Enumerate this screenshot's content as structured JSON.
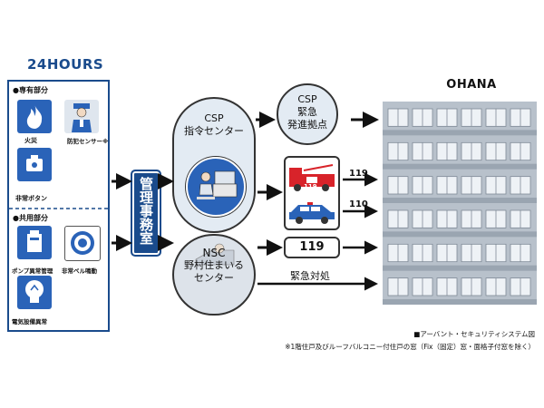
{
  "left_panel": {
    "title": "24HOURS",
    "private_section": "●専有部分",
    "common_section": "●共用部分",
    "private_items": [
      {
        "label": "火災",
        "icon": "fire-icon"
      },
      {
        "label": "防犯センサー※",
        "icon": "guard-icon"
      },
      {
        "label": "非常ボタン",
        "icon": "alarm-button-icon"
      }
    ],
    "common_items": [
      {
        "label": "ポンプ異常管理",
        "icon": "pump-icon"
      },
      {
        "label": "非常ベル鳴動",
        "icon": "bell-icon"
      },
      {
        "label": "電気設備異常",
        "icon": "lightbulb-icon"
      }
    ]
  },
  "office": {
    "label": "管理事務室"
  },
  "csp": {
    "line1": "CSP",
    "line2": "指令センター"
  },
  "nsc": {
    "line1": "NSC",
    "line2": "野村住まいる",
    "line3": "センター"
  },
  "emergency_base": {
    "line1": "CSP",
    "line2": "緊急",
    "line3": "発進拠点"
  },
  "calls": {
    "fire": "119",
    "police": "110",
    "nsc_call": "119"
  },
  "emergency_response": "緊急対処",
  "building": {
    "title": "OHANA",
    "floors": 6
  },
  "legend": {
    "line1": "■アーバント・セキュリティシステム図",
    "line2": "※1階住戸及びルーフバルコニー付住戸の窓（Fix（固定）窓・面格子付窓を除く）"
  },
  "colors": {
    "brand_blue": "#1a4b8c",
    "icon_blue": "#2a63b8",
    "building_gray": "#b8c1cb",
    "fire_red": "#d8232a",
    "police_blue": "#2a63b8"
  }
}
